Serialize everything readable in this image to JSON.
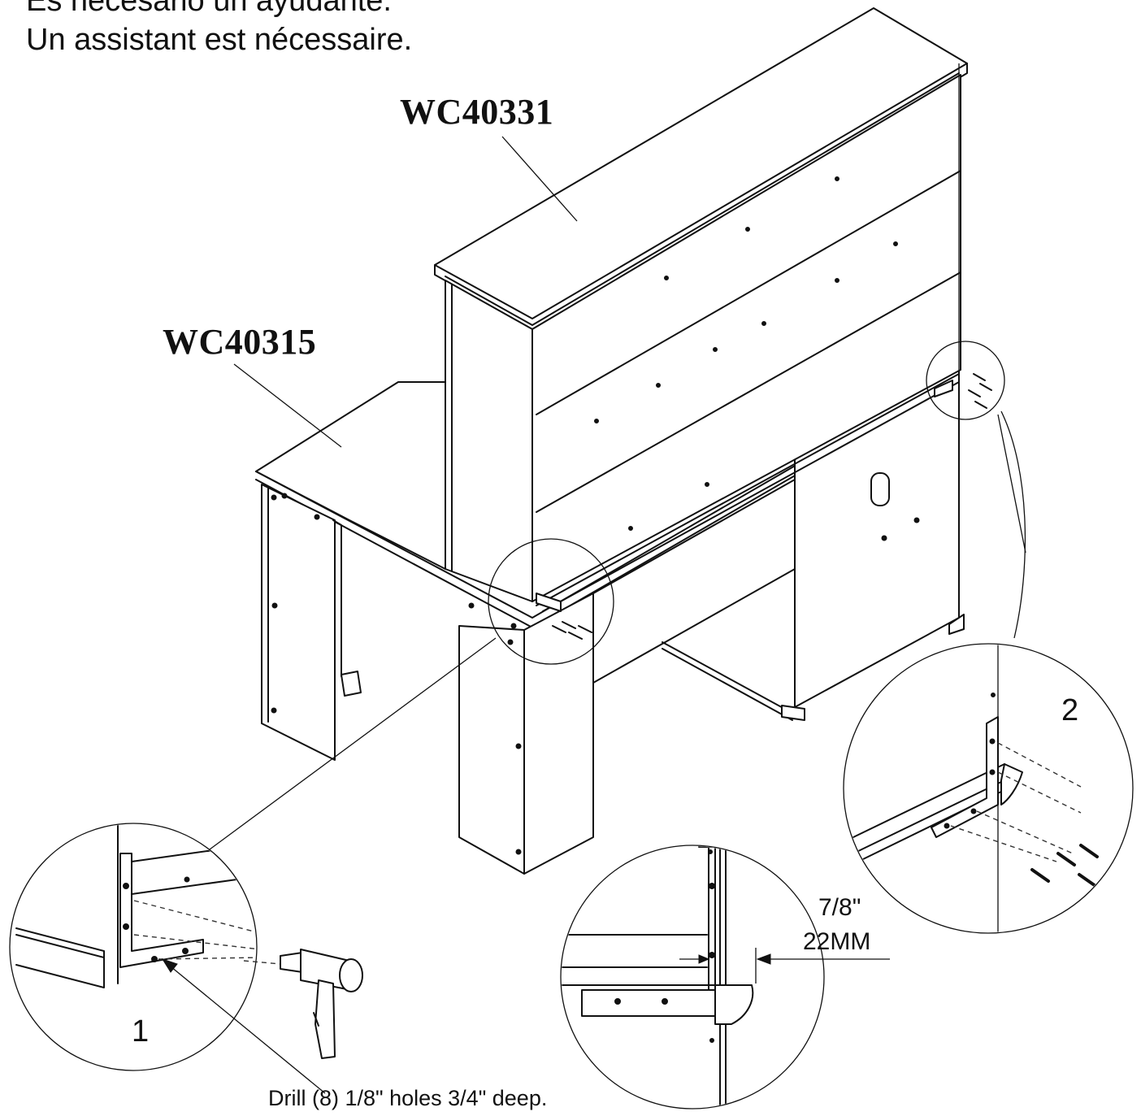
{
  "header": {
    "line_es": "Es necesario un ayudante.",
    "line_fr": "Un assistant est nécessaire."
  },
  "parts": {
    "hutch_code": "WC40331",
    "desk_code": "WC40315"
  },
  "steps": {
    "step_1": "1",
    "step_2": "2"
  },
  "dimension": {
    "imperial": "7/8\"",
    "metric": "22MM"
  },
  "drill_note": "Drill (8) 1/8\" holes 3/4\" deep.",
  "icons": [
    "drill-icon",
    "screw-icon",
    "l-bracket-icon"
  ],
  "colors": {
    "ink": "#111111",
    "paper": "#ffffff"
  }
}
